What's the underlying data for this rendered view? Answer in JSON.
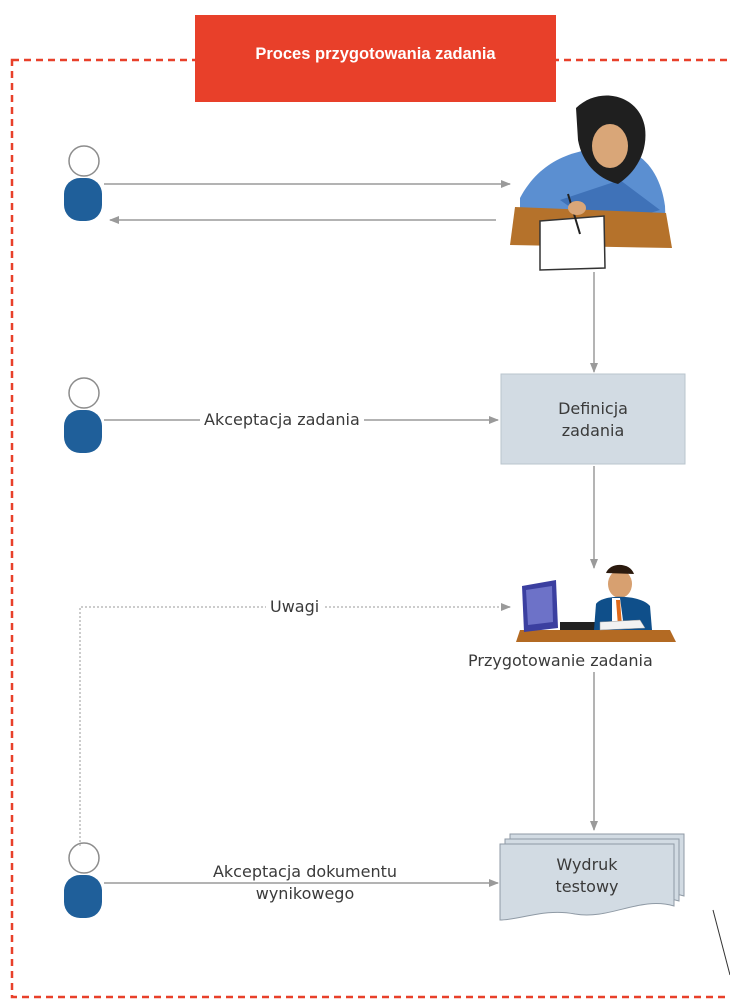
{
  "title": "Proces przygotowania zadania",
  "labels": {
    "akceptacja_zadania": "Akceptacja zadania",
    "definicja_line1": "Definicja",
    "definicja_line2": "zadania",
    "uwagi": "Uwagi",
    "przygotowanie": "Przygotowanie zadania",
    "akceptacja_dok_line1": "Akceptacja dokumentu",
    "akceptacja_dok_line2": "wynikowego",
    "wydruk_line1": "Wydruk",
    "wydruk_line2": "testowy"
  },
  "colors": {
    "frame": "#e8402a",
    "title_fill": "#e8402a",
    "actor_body": "#1f5f9a",
    "process_fill": "#d2dbe3",
    "arrow": "#9a9a9a"
  }
}
